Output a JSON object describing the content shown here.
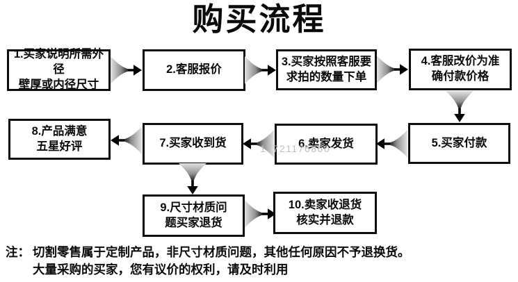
{
  "title": "购买流程",
  "steps": [
    {
      "label": "1.买家说明所需外径\n壁厚或内径尺寸"
    },
    {
      "label": "2.客服报价"
    },
    {
      "label": "3.买家按照客服要\n求拍的数量下单"
    },
    {
      "label": "4.客服改价为准\n确付款价格"
    },
    {
      "label": "5.买家付款"
    },
    {
      "label": "6.卖家发货"
    },
    {
      "label": "7.买家收到货"
    },
    {
      "label": "8.产品满意\n五星好评"
    },
    {
      "label": "9.尺寸材质问\n题买家退货"
    },
    {
      "label": "10.卖家收退货\n核实并退款"
    }
  ],
  "watermark": "17721176860",
  "note": {
    "prefix": "注：",
    "line1": "切割零售属于定制产品，非尺寸材质问题，其他任何原因不予退换货。",
    "line2": "大量采购的买家，您有议价的权利，请及时利用"
  },
  "colors": {
    "ink": "#0a0a0a",
    "box_border": "#0e0e0e",
    "arrow_gradient_start": "#e0e0e0",
    "arrow_gradient_end": "#000000",
    "watermark": "#bfbfbf",
    "background": "#ffffff"
  }
}
